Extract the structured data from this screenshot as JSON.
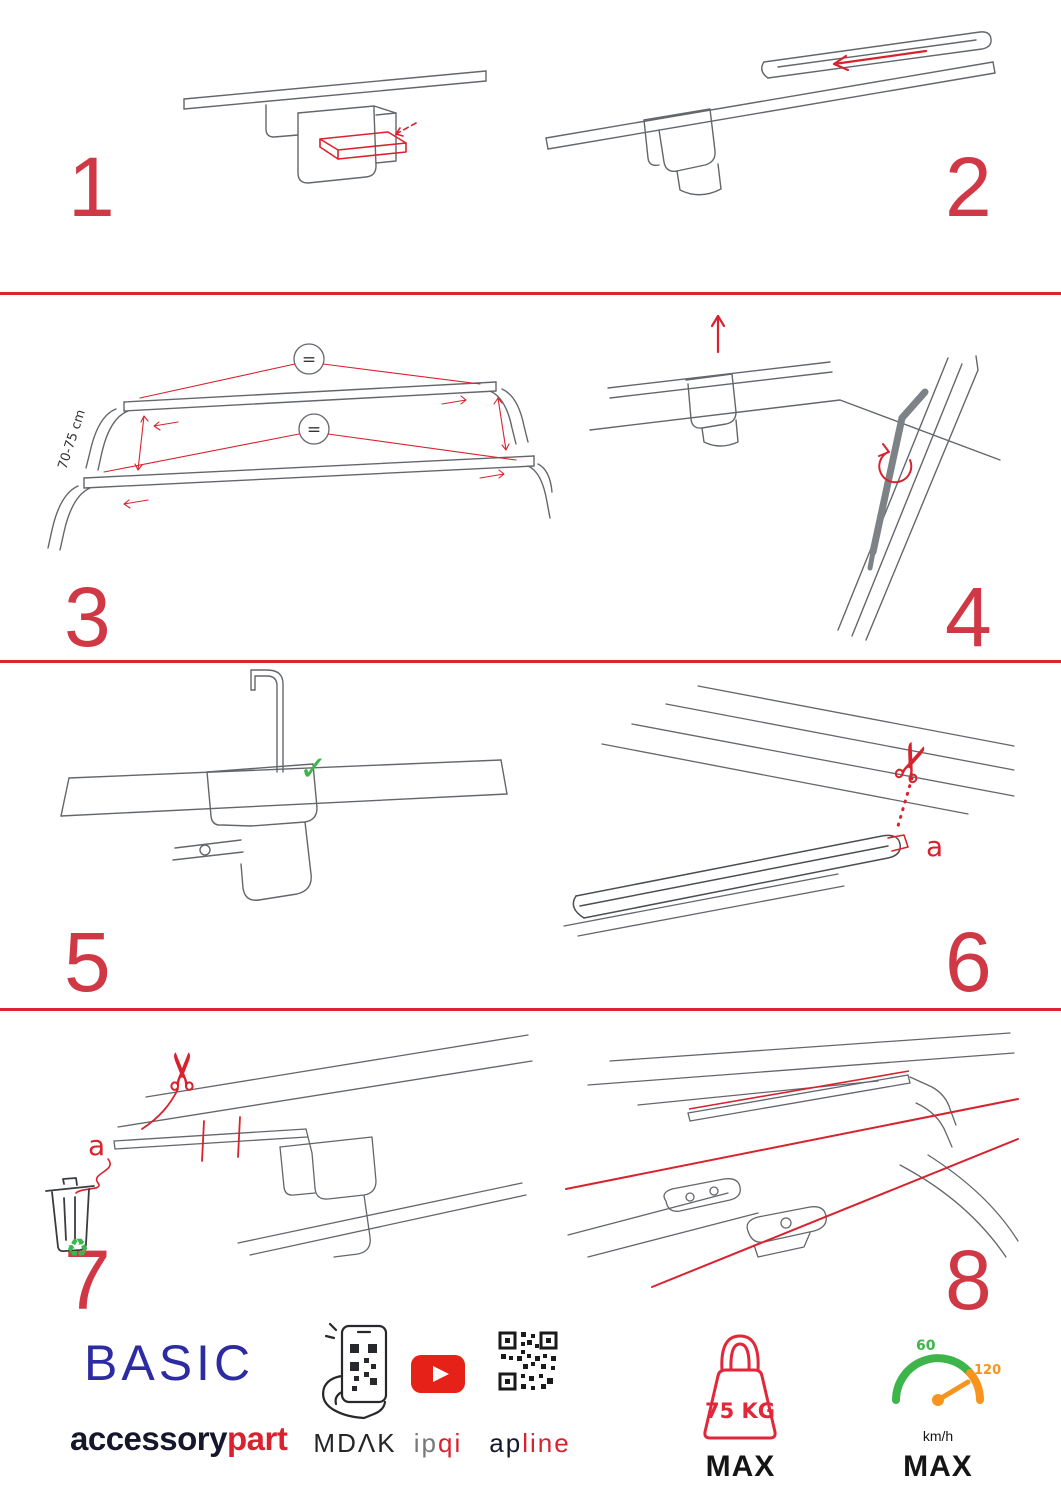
{
  "document": {
    "kind": "roof-rack-assembly-instructions",
    "colors": {
      "accent_red": "#d8232f",
      "brand_blue": "#2c2ba2",
      "eco_green": "#3db54a",
      "gauge_orange": "#f7941d",
      "line_art_gray": "#63676c"
    }
  },
  "icons": {
    "scissors": "✂",
    "recycle": "♻",
    "check": "✓"
  },
  "steps": {
    "s1": {
      "number": "1"
    },
    "s2": {
      "number": "2"
    },
    "s3": {
      "number": "3",
      "dimension": "70-75 cm",
      "equal1": "=",
      "equal2": "="
    },
    "s4": {
      "number": "4"
    },
    "s5": {
      "number": "5"
    },
    "s6": {
      "number": "6",
      "label_a": "a"
    },
    "s7": {
      "number": "7",
      "label_a": "a"
    },
    "s8": {
      "number": "8"
    }
  },
  "footer": {
    "brand": "BASIC",
    "brand_line_dark": "accessory",
    "brand_line_red": "part",
    "partner_mdak": "MDΛK",
    "partner_ipqi": {
      "dark": "ip",
      "red": "qi"
    },
    "partner_apline": {
      "dark": "ap",
      "red": "line"
    },
    "weight": {
      "value": "75 KG",
      "max": "MAX"
    },
    "speed": {
      "low": "60",
      "high": "120",
      "unit": "km/h",
      "max": "MAX"
    }
  }
}
